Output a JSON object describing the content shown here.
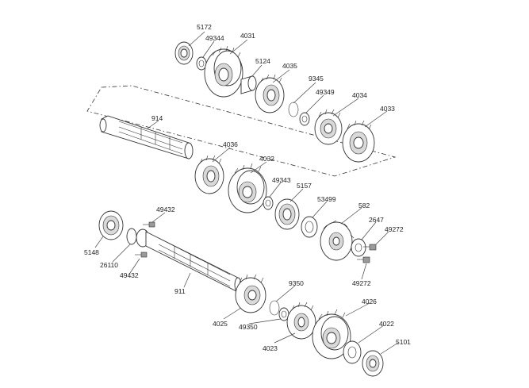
{
  "diagram": {
    "labels": {
      "p5172": "5172",
      "p49344": "49344",
      "p4031": "4031",
      "p5124": "5124",
      "p4035": "4035",
      "p9345": "9345",
      "p49349": "49349",
      "p4034": "4034",
      "p4033": "4033",
      "p914": "914",
      "p4036": "4036",
      "p4032": "4032",
      "p49343": "49343",
      "p5157": "5157",
      "p53499": "53499",
      "p582": "582",
      "p2647": "2647",
      "p49272a": "49272",
      "p49272b": "49272",
      "p49432a": "49432",
      "p5148": "5148",
      "p26110": "26110",
      "p49432b": "49432",
      "p911": "911",
      "p9350": "9350",
      "p4025": "4025",
      "p49350": "49350",
      "p4026": "4026",
      "p4023": "4023",
      "p4022": "4022",
      "p5101": "5101"
    }
  }
}
